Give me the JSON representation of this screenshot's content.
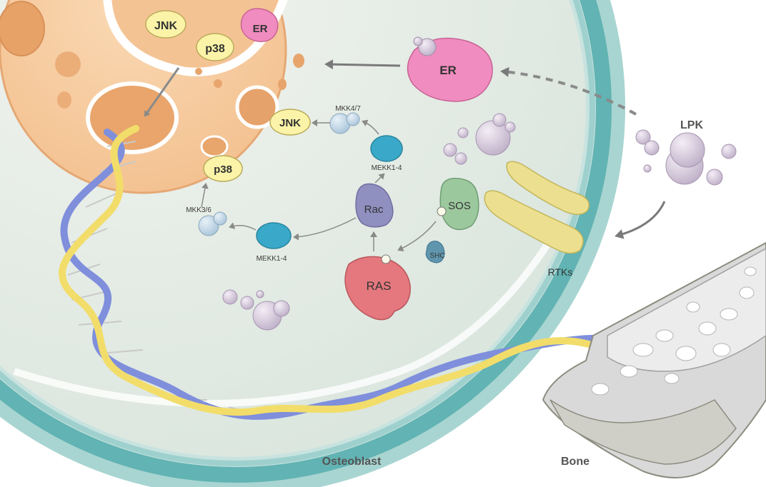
{
  "labels": {
    "jnk_nucleus": "JNK",
    "p38_nucleus": "p38",
    "er_nucleus": "ER",
    "er_cytoplasm": "ER",
    "jnk": "JNK",
    "p38": "p38",
    "mkk47": "MKK4/7",
    "mekk14_top": "MEKK1-4",
    "mekk14_bottom": "MEKK1-4",
    "mkk36": "MKK3/6",
    "rac": "Rac",
    "sos": "SOS",
    "shc": "SHC",
    "ras": "RAS",
    "lpk": "LPK",
    "rtks": "RTKs",
    "osteoblast": "Osteoblast",
    "bone": "Bone"
  },
  "colors": {
    "cell_membrane": "#7fc3c3",
    "cytoplasm": "#e9eee7",
    "nucleus": "#f6c79a",
    "er_pink": "#f08cbf",
    "kinase_blue": "#3aa9c9",
    "kinase_yellow": "#fbf3a8",
    "rac_purple": "#8f8fc0",
    "sos_green": "#9cc89e",
    "ras_red": "#e4787e",
    "rtk_yellow": "#ece090",
    "dna_yellow": "#f2dd6a",
    "dna_blue": "#7f8fdc",
    "bone": "#d9d9d9"
  }
}
